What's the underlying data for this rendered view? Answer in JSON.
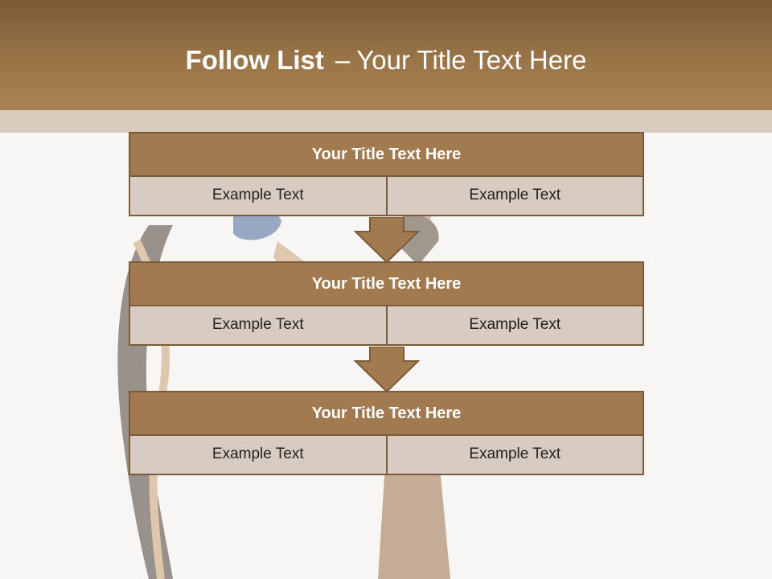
{
  "slide": {
    "title_bold": "Follow List",
    "title_sep": "–",
    "title_rest": "Your Title Text Here",
    "colors": {
      "header": "#a27a4f",
      "header_band": "#d9cbbd",
      "cell_bg": "#d8ccc2",
      "border": "#7a5a38",
      "background": "#f8f6f4"
    }
  },
  "blocks": [
    {
      "title": "Your Title Text Here",
      "left": "Example Text",
      "right": "Example Text"
    },
    {
      "title": "Your Title Text Here",
      "left": "Example Text",
      "right": "Example Text"
    },
    {
      "title": "Your Title Text Here",
      "left": "Example Text",
      "right": "Example Text"
    }
  ],
  "arrows": [
    {
      "icon": "down-arrow-icon"
    },
    {
      "icon": "down-arrow-icon"
    }
  ]
}
